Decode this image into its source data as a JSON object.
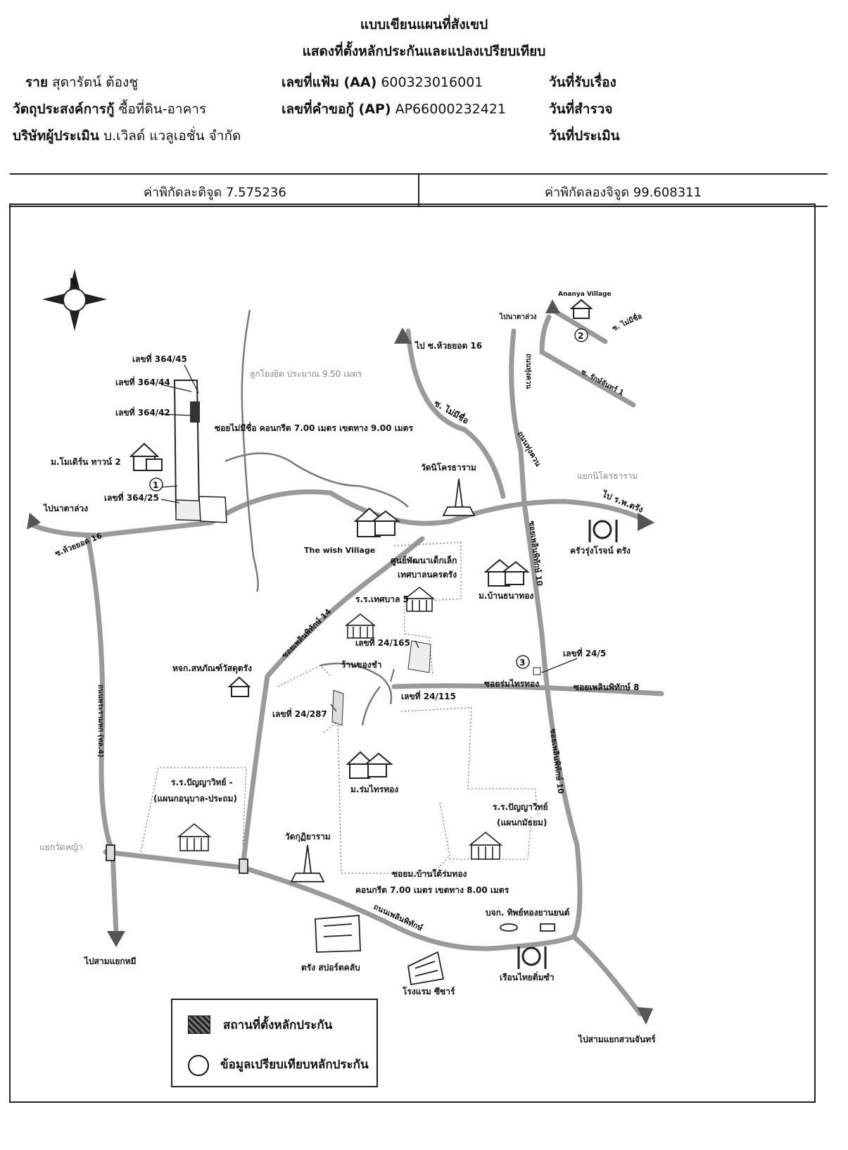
{
  "header": {
    "title1": "แบบเขียนแผนที่สังเขป",
    "title2": "แสดงที่ตั้งหลักประกันและแปลงเปรียบเทียบ",
    "name_label": "ราย",
    "name_value": "สุดารัตน์ ต้องชู",
    "purpose_label": "วัตถุประสงค์การกู้",
    "purpose_value": "ซื้อที่ดิน-อาคาร",
    "appraiser_label": "บริษัทผู้ประเมิน",
    "appraiser_value": "บ.เวิลด์ แวลูเอชั่น จำกัด",
    "file_label": "เลขที่แฟ้ม (AA)",
    "file_value": "600323016001",
    "request_label": "เลขที่คำขอกู้ (AP)",
    "request_value": "AP66000232421",
    "received_label": "วันที่รับเรื่อง",
    "survey_label": "วันที่สำรวจ",
    "appraise_label": "วันที่ประเมิน"
  },
  "coords": {
    "lat": "ค่าพิกัดละติจูด 7.575236",
    "lon": "ค่าพิกัดลองจิจูด 99.608311"
  },
  "map": {
    "parcel_364_45": "เลขที่ 364/45",
    "parcel_364_44": "เลขที่ 364/44",
    "parcel_364_42": "เลขที่ 364/42",
    "parcel_364_25": "เลขที่ 364/25",
    "parcel_24_165": "เลขที่ 24/165",
    "parcel_24_115": "เลขที่ 24/115",
    "parcel_24_287": "เลขที่ 24/287",
    "parcel_24_5": "เลขที่ 24/5",
    "canal_note": "ลูกโยงยิด ประมาณ 9.50 เมตร",
    "soi_no_name": "ซอยไม่มีชื่อ คอนกรีต 7.00 เมตร เขตทาง 9.00 เมตร",
    "modern_town": "ม.โมเดิร์น ทาวน์ 2",
    "to_natalong_left": "ไปนาตาล่วง",
    "to_natalong_right": "ไปนาตาล่วง",
    "huai_yot": "ซ.ห้วยยอด 16",
    "to_huai_yot_16": "ไป ซ.ห้วยยอด 16",
    "ananya": "Ananya Village",
    "soi_mai_mi_chue": "ซ. ไม่มีชื่อ",
    "soi_mai_mi_chue_r": "ซ. ไม่มีชื่อ",
    "soi_rak_chan": "ซ. รักษ์จันทร์ 1",
    "khuan_rd": "ถนนทุ่งควน",
    "khuan_rd2": "ถนนทุ่งควน",
    "wat_khotharam": "วัดนิโครธาราม",
    "yaek_khotharam": "แยกนิโครธาราม",
    "to_hospital": "ไป ร.พ.ตรัง",
    "restaurant_1": "ครัวรุ่งโรจน์ ตรัง",
    "wish_village": "The wish Village",
    "child_center_1": "ศูนย์พัฒนาเด็กเล็ก",
    "child_center_2": "เทศบาลนครตรัง",
    "school_tesaban": "ร.ร.เทศบาล 5",
    "ban_thanathong": "ม.บ้านธนาทอง",
    "soi_phoen_10": "ซอยเพลินพิทักษ์ 10",
    "soi_phoen_10b": "ซอยเพลินพิทักษ์ 10",
    "soi_phoen_14": "ซอยเพลินพิทักษ์ 14",
    "soi_phoen_8": "ซอยเพลินพิทักษ์ 8",
    "soi_rom_sai": "ซอยร่มไทรทอง",
    "shop": "ร้านของชำ",
    "coop": "หจก.สหภัณฑ์วัสดุตรัง",
    "ban_rom_sai": "ม.ร่มไทรทอง",
    "school_panya_1": "ร.ร.ปัญญาวิทย์ -",
    "school_panya_1b": "(แผนกอนุบาล-ประถม)",
    "school_panya_2": "ร.ร.ปัญญาวิทย์",
    "school_panya_2b": "(แผนกมัธยม)",
    "wat_kuti": "วัดกุฏิยาราม",
    "soi_ban_tai": "ซอยม.บ้านใต้ร่มทอง",
    "soi_ban_tai_2": "คอนกรีต 7.00 เมตร เขตทาง 8.00 เมตร",
    "yaek_chai": "แยกวัดหญ้า",
    "phoen_rd": "ถนนเพลินพิทักษ์",
    "left_rd": "ถนนพระรามหก (ทล.4)",
    "to_samyaek_mi": "ไปสามแยกหมี",
    "sport_club": "ตรัง สปอร์ตคลับ",
    "hotel": "โรงแรม ซีซาร์",
    "toyota": "บจก. ทิพย์ทองยานยนต์",
    "restaurant_2": "เรือนไทยติ่มซำ",
    "to_suan_chan": "ไปสามแยกสวนจันทร์",
    "marker_1": "1",
    "marker_2": "2",
    "marker_3": "3",
    "compass_n": "N"
  },
  "legend": {
    "collateral": "สถานที่ตั้งหลักประกัน",
    "comparable": "ข้อมูลเปรียบเทียบหลักประกัน"
  }
}
